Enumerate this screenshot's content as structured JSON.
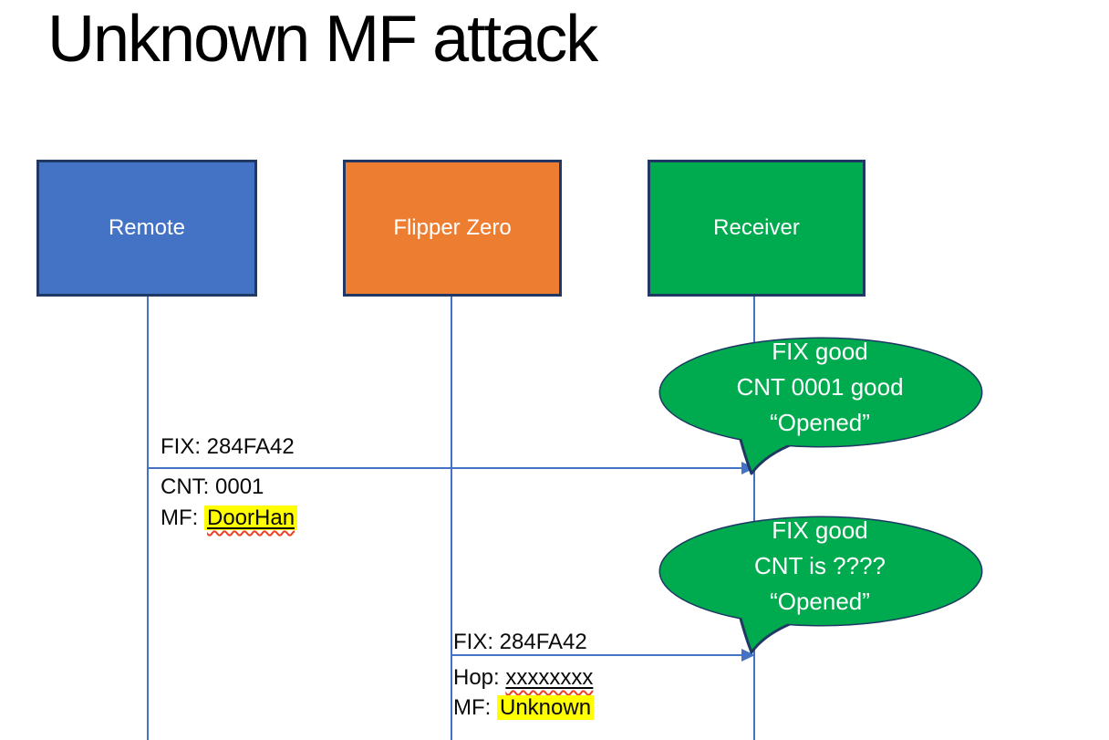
{
  "slide": {
    "title": "Unknown MF attack"
  },
  "actors": [
    {
      "label": "Remote",
      "fill": "#4472C4"
    },
    {
      "label": "Flipper Zero",
      "fill": "#ED7D31"
    },
    {
      "label": "Receiver",
      "fill": "#00AB4F"
    }
  ],
  "messages": [
    {
      "from": "Remote",
      "to": "Receiver",
      "fix": "FIX: 284FA42",
      "cnt": "CNT: 0001",
      "mf_prefix": "MF: ",
      "mf_value": "DoorHan"
    },
    {
      "from": "Flipper Zero",
      "to": "Receiver",
      "fix": "FIX: 284FA42",
      "hop_prefix": "Hop: ",
      "hop_value": "xxxxxxxx",
      "mf_prefix": "MF: ",
      "mf_value": "Unknown"
    }
  ],
  "callouts": [
    {
      "line1": "FIX good",
      "line2": "CNT 0001 good",
      "line3": "“Opened”"
    },
    {
      "line1": "FIX good",
      "line2": "CNT is ????",
      "line3": "“Opened”"
    }
  ],
  "colors": {
    "actor_border": "#1F3864",
    "connector": "#4472C4",
    "callout_fill": "#00AB4F",
    "callout_border": "#1F3864",
    "highlight": "#FFFF00",
    "squiggle": "#F04022"
  }
}
